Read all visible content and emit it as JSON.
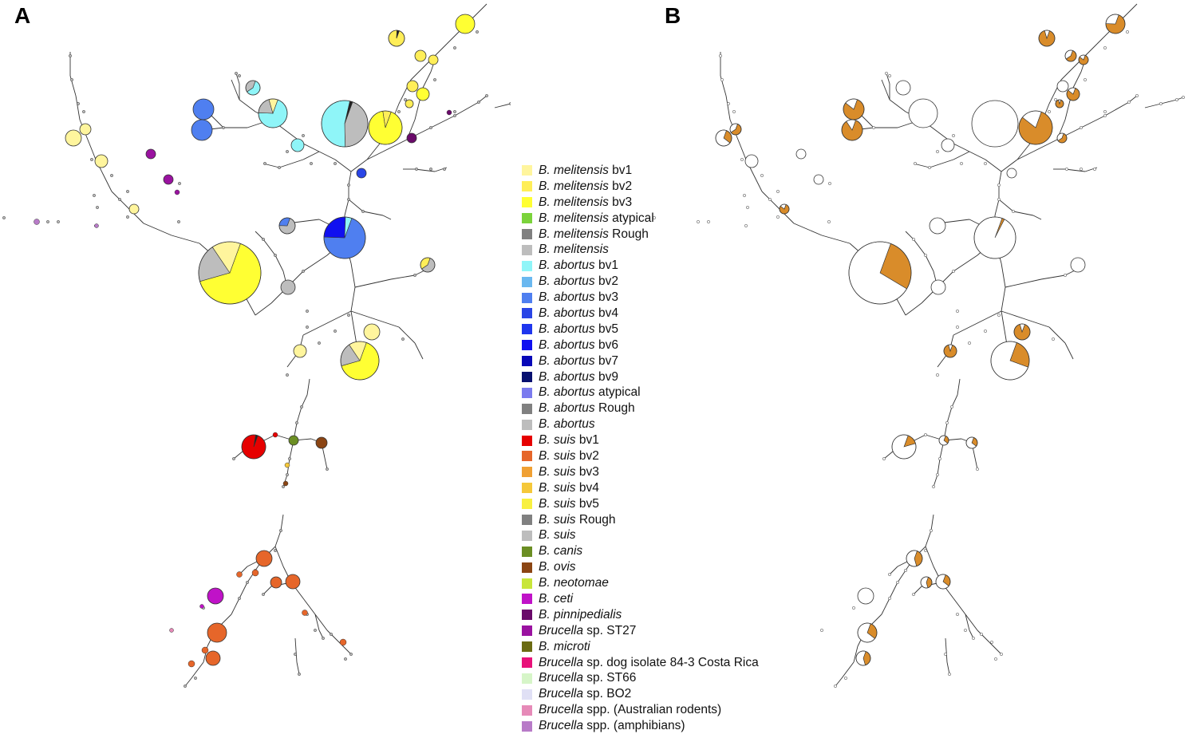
{
  "panels": [
    {
      "id": "A",
      "label": "A"
    },
    {
      "id": "B",
      "label": "B"
    }
  ],
  "legend": [
    {
      "species": "B. melitensis",
      "suffix": " bv1",
      "color": "#fff59d"
    },
    {
      "species": "B. melitensis",
      "suffix": " bv2",
      "color": "#ffee58"
    },
    {
      "species": "B. melitensis",
      "suffix": " bv3",
      "color": "#ffff33"
    },
    {
      "species": "B. melitensis",
      "suffix": " atypical",
      "color": "#7bd33b"
    },
    {
      "species": "B. melitensis",
      "suffix": " Rough",
      "color": "#808080"
    },
    {
      "species": "B. melitensis",
      "suffix": "",
      "color": "#bdbdbd"
    },
    {
      "species": "B. abortus",
      "suffix": " bv1",
      "color": "#8ff5f8"
    },
    {
      "species": "B. abortus",
      "suffix": " bv2",
      "color": "#6ab8f0"
    },
    {
      "species": "B. abortus",
      "suffix": " bv3",
      "color": "#4f7ff0"
    },
    {
      "species": "B. abortus",
      "suffix": " bv4",
      "color": "#2a45e6"
    },
    {
      "species": "B. abortus",
      "suffix": " bv5",
      "color": "#1f36ee"
    },
    {
      "species": "B. abortus",
      "suffix": " bv6",
      "color": "#1010f0"
    },
    {
      "species": "B. abortus",
      "suffix": " bv7",
      "color": "#0808b8"
    },
    {
      "species": "B. abortus",
      "suffix": " bv9",
      "color": "#071070"
    },
    {
      "species": "B. abortus",
      "suffix": " atypical",
      "color": "#7b7bef"
    },
    {
      "species": "B. abortus",
      "suffix": " Rough",
      "color": "#808080"
    },
    {
      "species": "B. abortus",
      "suffix": "",
      "color": "#bdbdbd"
    },
    {
      "species": "B. suis",
      "suffix": " bv1",
      "color": "#e60000"
    },
    {
      "species": "B. suis",
      "suffix": " bv2",
      "color": "#e6662a"
    },
    {
      "species": "B. suis",
      "suffix": " bv3",
      "color": "#f0a033"
    },
    {
      "species": "B. suis",
      "suffix": " bv4",
      "color": "#f5c83a"
    },
    {
      "species": "B. suis",
      "suffix": " bv5",
      "color": "#f8f040"
    },
    {
      "species": "B. suis",
      "suffix": " Rough",
      "color": "#808080"
    },
    {
      "species": "B. suis",
      "suffix": "",
      "color": "#bdbdbd"
    },
    {
      "species": "B. canis",
      "suffix": "",
      "color": "#6b8e23"
    },
    {
      "species": "B. ovis",
      "suffix": "",
      "color": "#8b4513"
    },
    {
      "species": "B. neotomae",
      "suffix": "",
      "color": "#c8e63a"
    },
    {
      "species": "B. ceti",
      "suffix": "",
      "color": "#c012c8"
    },
    {
      "species": "B. pinnipedialis",
      "suffix": "",
      "color": "#6a0a6a"
    },
    {
      "species": "Brucella",
      "suffix": " sp. ST27",
      "color": "#9a12a0"
    },
    {
      "species": "B. microti",
      "suffix": "",
      "color": "#6b6b12"
    },
    {
      "species": "Brucella",
      "suffix": " sp. dog isolate 84-3 Costa Rica",
      "color": "#e8127a"
    },
    {
      "species": "Brucella",
      "suffix": " sp. ST66",
      "color": "#d6f5c8"
    },
    {
      "species": "Brucella",
      "suffix": " sp. BO2",
      "color": "#e0e0f5"
    },
    {
      "species": "Brucella",
      "suffix": " spp. (Australian rodents)",
      "color": "#e68ab8"
    },
    {
      "species": "Brucella",
      "suffix": " spp. (amphibians)",
      "color": "#b87bc8"
    }
  ],
  "panel_b_colors": {
    "highlight": "#d98c2a",
    "base": "#ffffff"
  }
}
